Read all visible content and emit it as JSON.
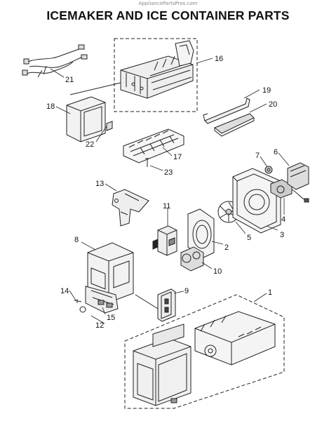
{
  "watermark": "AppliancePartsPros.com",
  "title": "ICEMAKER AND ICE CONTAINER PARTS",
  "callouts": {
    "c1": "1",
    "c2": "2",
    "c3": "3",
    "c4": "4",
    "c5": "5",
    "c6": "6",
    "c7": "7",
    "c8": "8",
    "c9": "9",
    "c10": "10",
    "c11": "11",
    "c12": "12",
    "c13": "13",
    "c14": "14",
    "c15": "15",
    "c16": "16",
    "c17": "17",
    "c18": "18",
    "c19": "19",
    "c20": "20",
    "c21": "21",
    "c22": "22",
    "c23": "23"
  }
}
